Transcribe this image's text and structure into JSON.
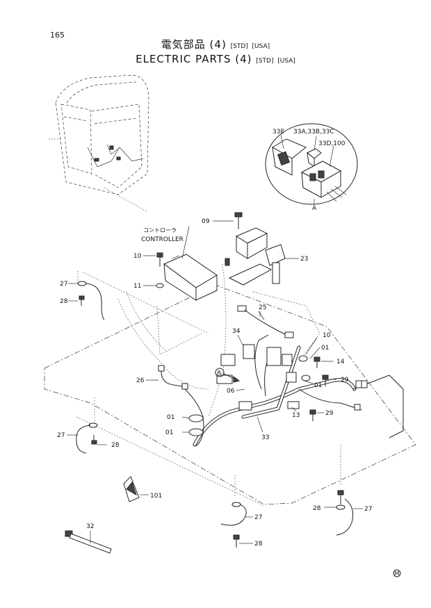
{
  "page": {
    "number": "165"
  },
  "title": {
    "japanese": "電気部品 (4)",
    "english": "ELECTRIC PARTS (4)",
    "tag_std": "[STD]",
    "tag_usa": "[USA]"
  },
  "detail_view": {
    "view_label": "A",
    "labels": [
      "33E",
      "33A,33B,33C",
      "33D,100"
    ]
  },
  "controller": {
    "label_jp": "コントローラ",
    "label_en": "CONTROLLER"
  },
  "callouts": {
    "c09": "09",
    "c10": "10",
    "c11": "11",
    "c23": "23",
    "c25": "25",
    "c27_left": "27",
    "c28_left": "28",
    "c34": "34",
    "c10_b": "10",
    "c01_right": "01",
    "c14": "14",
    "c29_top": "29",
    "c01_mid": "01",
    "c26": "26",
    "c06": "06",
    "c13": "13",
    "c29_bot": "29",
    "c33": "33",
    "c01_l1": "01",
    "c01_l2": "01",
    "c27_lower": "27",
    "c28_lower": "28",
    "c101": "101",
    "c27_bot": "27",
    "c28_bot": "28",
    "c28_right": "28",
    "c27_right": "27",
    "c32": "32",
    "view_marker": "A"
  },
  "footer_mark": "M"
}
